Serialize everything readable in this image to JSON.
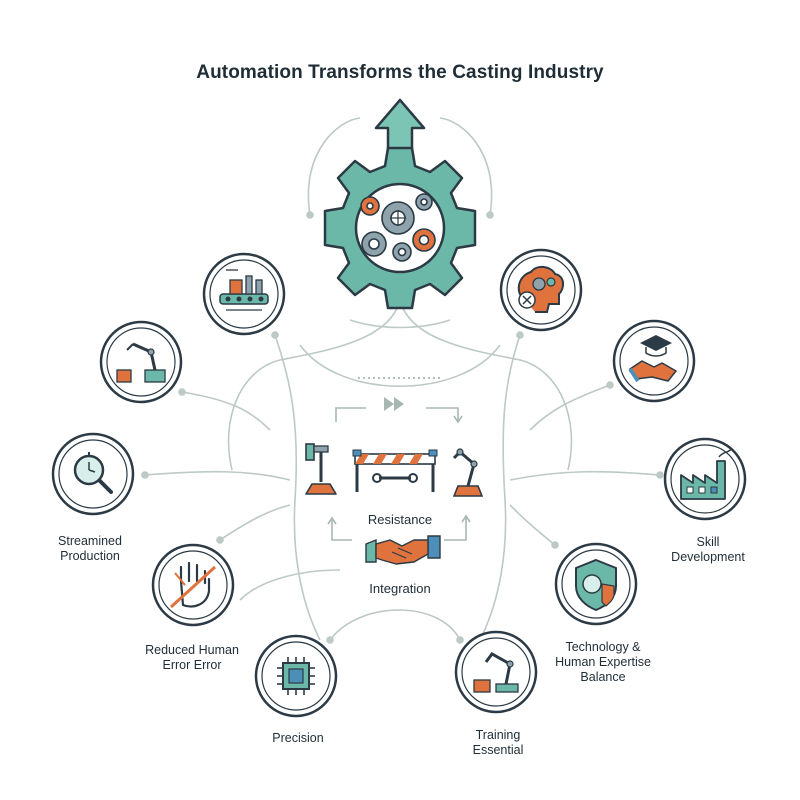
{
  "title": "Automation Transforms the Casting Industry",
  "center": {
    "resistance": "Resistance",
    "integration": "Integration"
  },
  "labels": {
    "streamlined": [
      "Streamined",
      "Production"
    ],
    "reduced_error": [
      "Reduced Human",
      "Error Error"
    ],
    "precision": "Precision",
    "training": [
      "Training",
      "Essential"
    ],
    "balance": [
      "Technology &",
      "Human Expertise",
      "Balance"
    ],
    "skill": [
      "Skill",
      "Development"
    ]
  },
  "colors": {
    "teal": "#5fb3a6",
    "dark": "#2b3a45",
    "orange": "#e0723d",
    "line": "#bcc9c4",
    "blue": "#4d8fb8"
  },
  "icons": [
    "gear-cluster-icon",
    "up-arrow-icon",
    "conveyor-factory-icon",
    "robot-arm-icon",
    "stopwatch-magnifier-icon",
    "crossed-hand-icon",
    "microchip-icon",
    "robot-welding-icon",
    "shield-gear-icon",
    "factory-icon",
    "graduation-handshake-icon",
    "brain-gears-icon",
    "press-machine-icon",
    "barrier-wrench-icon",
    "handshake-icon",
    "fast-forward-icon"
  ]
}
